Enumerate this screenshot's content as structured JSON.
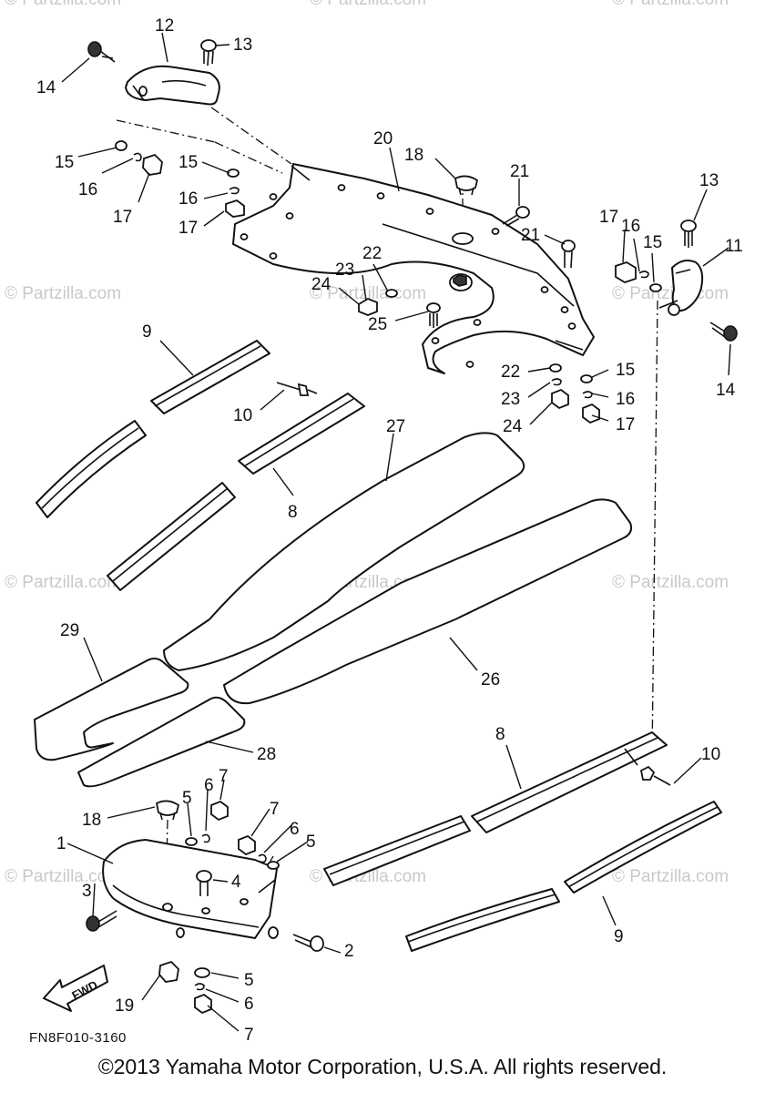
{
  "watermark": "© Partzilla.com",
  "part_numbers": [
    "1",
    "2",
    "3",
    "4",
    "5",
    "6",
    "7",
    "8",
    "9",
    "10",
    "11",
    "12",
    "13",
    "14",
    "15",
    "16",
    "17",
    "18",
    "19",
    "20",
    "21",
    "22",
    "23",
    "24",
    "25",
    "26",
    "27",
    "28",
    "29"
  ],
  "fwd_label": "FWD",
  "diagram_code": "FN8F010-3160",
  "copyright": "©2013  Yamaha Motor Corporation, U.S.A. All rights reserved.",
  "colors": {
    "line": "#111111",
    "watermark": "#c9c9c9",
    "background": "#ffffff"
  }
}
